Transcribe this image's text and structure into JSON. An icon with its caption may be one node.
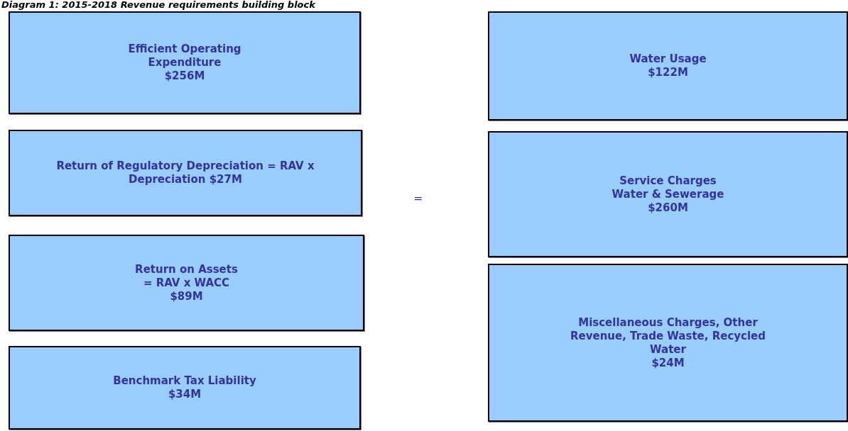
{
  "diagram": {
    "title": "Diagram 1: 2015-2018 Revenue requirements building block",
    "nodes": [
      {
        "text": [
          "Efficient Operating Expenditure",
          "$256M"
        ]
      },
      {
        "text": [
          "Return of Regulatory Depreciation = RAV x Depreciation $27M"
        ]
      },
      {
        "text": [
          "Return on Assets = RAV x WACC",
          "$89M"
        ]
      },
      {
        "text": [
          "Benchmark Tax Liability",
          "$34M"
        ]
      },
      {
        "text": [
          "Water Usage",
          "$122M"
        ]
      },
      {
        "text": [
          "Service Charges",
          "Water & Sewerage",
          "$260M"
        ]
      },
      {
        "text": [
          "Miscellaneous Charges, Other Revenue, Trade Waste, Recycled Water",
          "$24M"
        ]
      }
    ],
    "labels": [
      "="
    ]
  }
}
